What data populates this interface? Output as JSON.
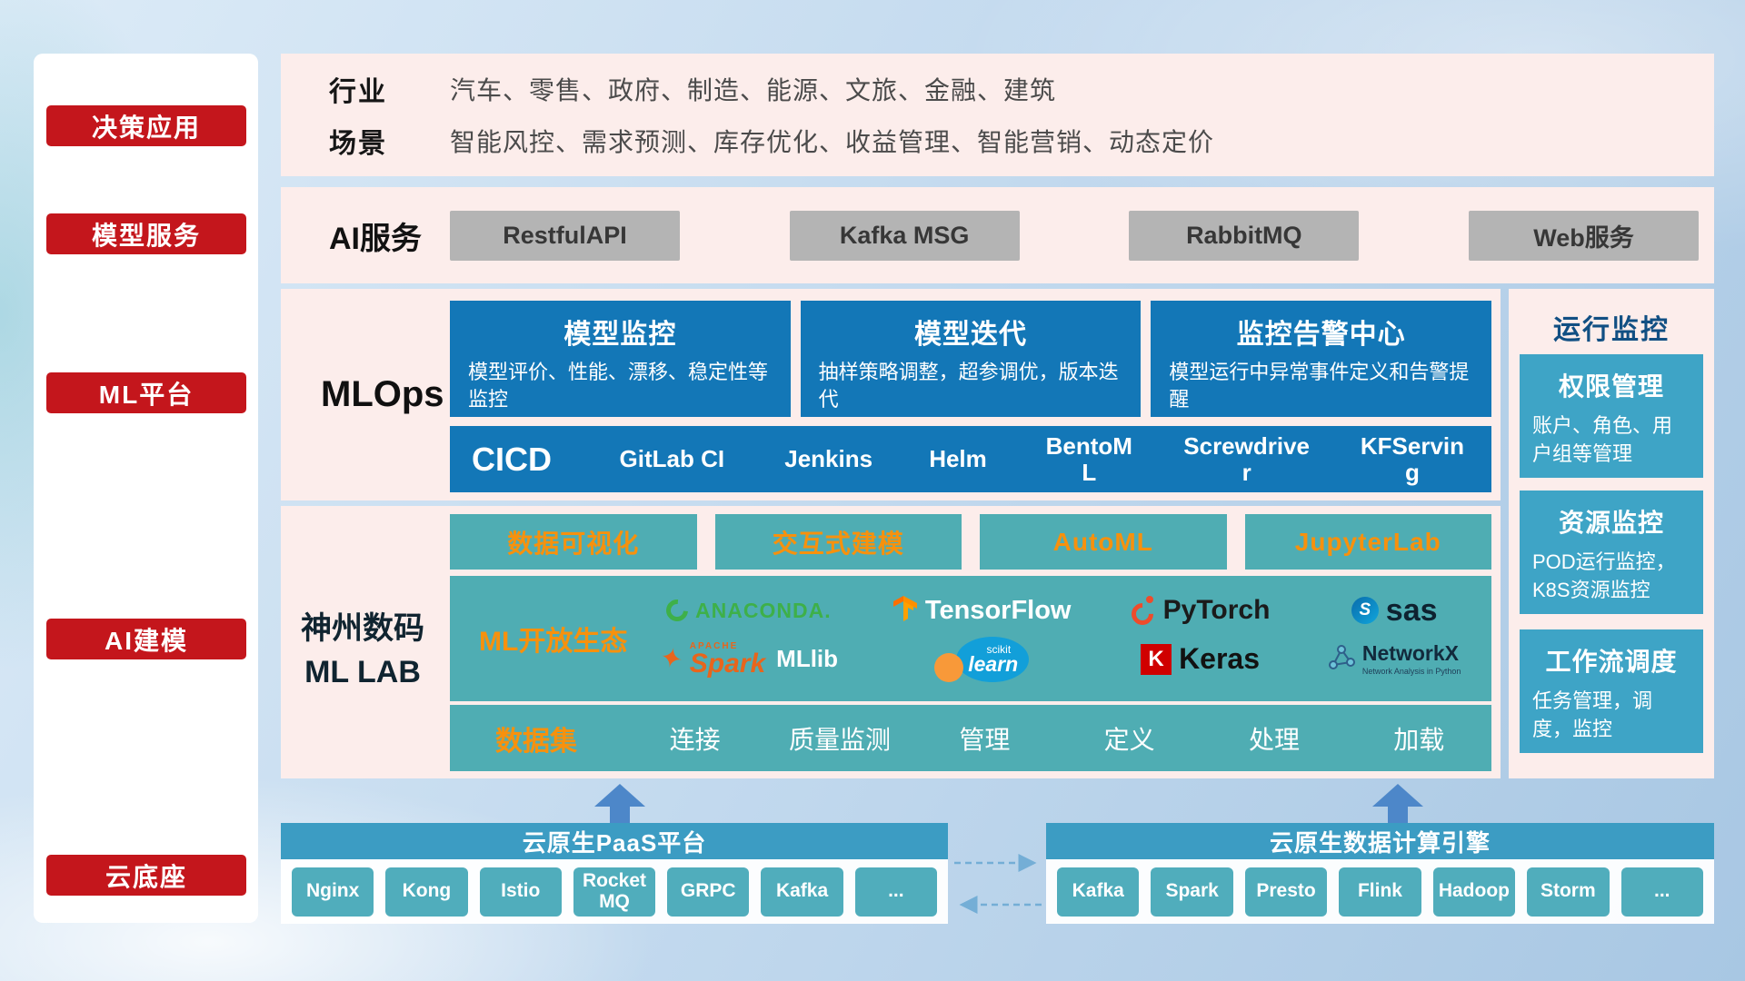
{
  "colors": {
    "accent_red": "#c4161c",
    "panel_pink": "#fcedeb",
    "deep_blue": "#1377b7",
    "teal": "#4fadb3",
    "teal_blue_card": "#3ea4c6",
    "header_teal": "#3c9cc3",
    "chip_teal": "#50adbc",
    "orange": "#f7910d",
    "gray_button": "#b4b4b4"
  },
  "sidebar": {
    "items": [
      {
        "label": "决策应用"
      },
      {
        "label": "模型服务"
      },
      {
        "label": "ML平台"
      },
      {
        "label": "AI建模"
      },
      {
        "label": "云底座"
      }
    ]
  },
  "industry_row": {
    "row1_label": "行业",
    "row1_value": "汽车、零售、政府、制造、能源、文旅、金融、建筑",
    "row2_label": "场景",
    "row2_value": "智能风控、需求预测、库存优化、收益管理、智能营销、动态定价"
  },
  "ai_service_row": {
    "label": "AI服务",
    "buttons": [
      "RestfulAPI",
      "Kafka MSG",
      "RabbitMQ",
      "Web服务"
    ]
  },
  "mlops_row": {
    "label": "MLOps",
    "cards": [
      {
        "title": "模型监控",
        "desc": "模型评价、性能、漂移、稳定性等监控"
      },
      {
        "title": "模型迭代",
        "desc": "抽样策略调整，超参调优，版本迭代"
      },
      {
        "title": "监控告警中心",
        "desc": "模型运行中异常事件定义和告警提醒"
      }
    ],
    "cicd": {
      "title": "CICD",
      "tools": [
        "GitLab CI",
        "Jenkins",
        "Helm",
        "BentoML",
        "Screwdriver",
        "KFServing"
      ]
    }
  },
  "mllab_row": {
    "label_line1": "神州数码",
    "label_line2": "ML LAB",
    "top_buttons": [
      "数据可视化",
      "交互式建模",
      "AutoML",
      "JupyterLab"
    ],
    "ecosystem_label": "ML开放生态",
    "dataset_bar": {
      "label": "数据集",
      "items": [
        "连接",
        "质量监测",
        "管理",
        "定义",
        "处理",
        "加载"
      ]
    }
  },
  "logos": {
    "anaconda": "ANACONDA.",
    "tensorflow": "TensorFlow",
    "pytorch": "PyTorch",
    "sas": "sas",
    "spark_small": "APACHE",
    "spark": "Spark",
    "mllib": "MLlib",
    "scikit_small": "scikit",
    "scikit": "learn",
    "keras": "Keras",
    "networkx": "NetworkX",
    "networkx_sub": "Network Analysis in Python"
  },
  "monitor_panel": {
    "title": "运行监控",
    "cards": [
      {
        "title": "权限管理",
        "desc": "账户、角色、用户组等管理"
      },
      {
        "title": "资源监控",
        "desc": "POD运行监控，K8S资源监控"
      },
      {
        "title": "工作流调度",
        "desc": "任务管理，调度，监控"
      }
    ]
  },
  "bottom": {
    "paas": {
      "title": "云原生PaaS平台",
      "chips": [
        "Nginx",
        "Kong",
        "Istio",
        "RocketMQ",
        "GRPC",
        "Kafka",
        "..."
      ]
    },
    "compute": {
      "title": "云原生数据计算引擎",
      "chips": [
        "Kafka",
        "Spark",
        "Presto",
        "Flink",
        "Hadoop",
        "Storm",
        "..."
      ]
    }
  }
}
